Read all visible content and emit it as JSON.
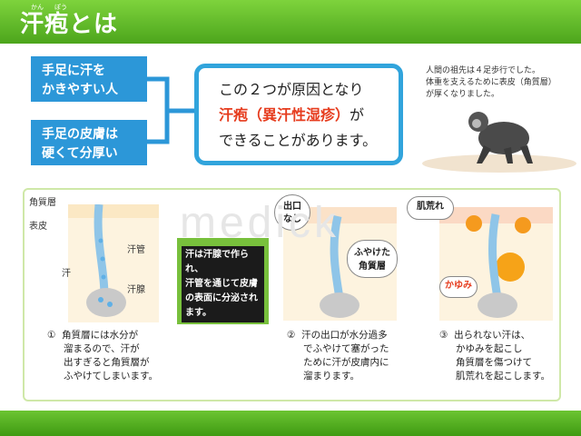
{
  "header": {
    "title": "汗疱とは",
    "ruby_kan": "かん",
    "ruby_pou": "ぽう"
  },
  "causes": [
    {
      "line1": "手足に汗を",
      "line2": "かきやすい人"
    },
    {
      "line1": "手足の皮膚は",
      "line2": "硬くて分厚い"
    }
  ],
  "callout": {
    "line1": "この２つが原因となり",
    "highlight": "汗疱（異汗性湿疹）",
    "suffix": "が",
    "line3": "できることがあります。"
  },
  "ancestor": {
    "line1": "人間の祖先は４足歩行でした。",
    "line2": "体重を支えるために表皮（角質層）",
    "line3": "が厚くなりました。"
  },
  "diagram1": {
    "label_stratum": "角質層",
    "label_epidermis": "表皮",
    "label_duct": "汗管",
    "label_sweat": "汗",
    "label_gland": "汗腺"
  },
  "note": {
    "line1": "汗は汗腺で作られ、",
    "line2": "汗管を通じて皮膚",
    "line3": "の表面に分泌され",
    "line4": "ます。"
  },
  "diagram2": {
    "bubble_line1": "出口",
    "bubble_line2": "なし",
    "bubble2_line1": "ふやけた",
    "bubble2_line2": "角質層"
  },
  "diagram3": {
    "bubble": "肌荒れ",
    "itch": "かゆみ"
  },
  "captions": [
    {
      "num": "①",
      "l1": "角質層には水分が",
      "l2": "溜まるので、汗が",
      "l3": "出すぎると角質層が",
      "l4": "ふやけてしまいます。"
    },
    {
      "num": "②",
      "l1": "汗の出口が水分過多",
      "l2": "でふやけて塞がった",
      "l3": "ために汗が皮膚内に",
      "l4": "溜まります。"
    },
    {
      "num": "③",
      "l1": "出られない汗は、",
      "l2": "かゆみを起こし",
      "l3": "角質層を傷つけて",
      "l4": "肌荒れを起こします。"
    }
  ],
  "watermark": "medick"
}
